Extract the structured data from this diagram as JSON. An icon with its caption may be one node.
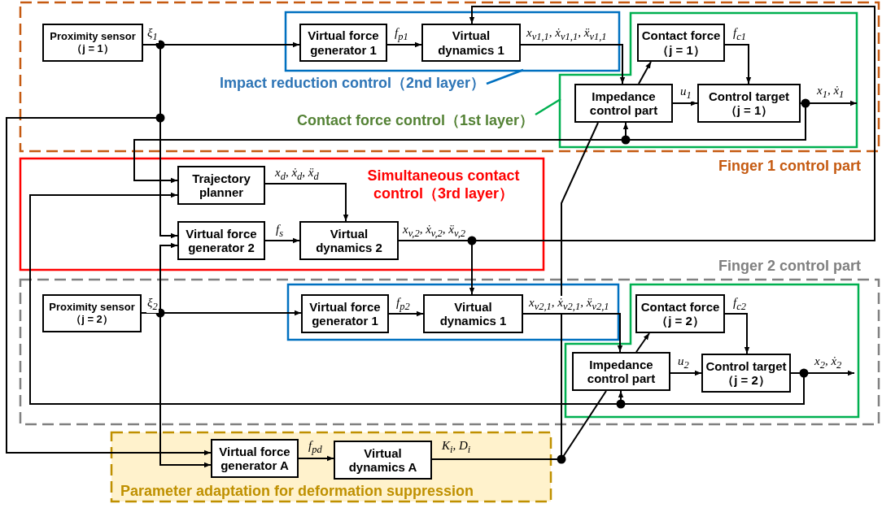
{
  "diagram": {
    "nodes": [
      {
        "text": [
          "Finger 1 control part"
        ]
      },
      {
        "text": [
          "Proximity sensor （j = 1）"
        ],
        "in": 0
      },
      {
        "text": [
          "Impact reduction control（2nd layer）"
        ],
        "in": 0
      },
      {
        "text": [
          "Virtual force generator 1"
        ],
        "in": 2
      },
      {
        "text": [
          "Virtual dynamics 1"
        ],
        "in": 2
      },
      {
        "text": [
          "Contact force control（1st layer）"
        ],
        "in": 0
      },
      {
        "text": [
          "Contact force （j = 1）"
        ],
        "in": 5
      },
      {
        "text": [
          "Impedance control part"
        ],
        "in": 5
      },
      {
        "text": [
          "Control target （j = 1）"
        ],
        "in": 5
      },
      {
        "text": [
          "Simultaneous contact control（3rd layer）"
        ]
      },
      {
        "text": [
          "Trajectory planner"
        ],
        "in": 9
      },
      {
        "text": [
          "Virtual force generator 2"
        ],
        "in": 9
      },
      {
        "text": [
          "Virtual dynamics 2"
        ],
        "in": 9
      },
      {
        "text": [
          "Finger 2 control part"
        ]
      },
      {
        "text": [
          "Proximity sensor （j = 2）"
        ],
        "in": 13
      },
      {
        "text": [],
        "shape": "box",
        "in": 13
      },
      {
        "text": [
          "Virtual force generator 1"
        ],
        "in": 15
      },
      {
        "text": [
          "Virtual dynamics 1"
        ],
        "in": 15
      },
      {
        "text": [],
        "shape": "box",
        "in": 13
      },
      {
        "text": [
          "Contact force （j = 2）"
        ],
        "in": 18
      },
      {
        "text": [
          "Impedance control part"
        ],
        "in": 18
      },
      {
        "text": [
          "Control target （j = 2）"
        ],
        "in": 18
      },
      {
        "text": [
          "Parameter adaptation for deformation suppression"
        ]
      },
      {
        "text": [
          "Virtual force generator A"
        ],
        "in": 22
      },
      {
        "text": [
          "Virtual dynamics A"
        ],
        "in": 22
      }
    ],
    "edges": [
      {
        "from": 1,
        "to": 3,
        "arrow": "to",
        "label": "ξ$_{1}$"
      },
      {
        "from": 1,
        "to": 11,
        "arrow": "to"
      },
      {
        "from": 1,
        "to": 23,
        "arrow": "to"
      },
      {
        "from": 3,
        "to": 4,
        "arrow": "to",
        "label": "f$_{p1}$"
      },
      {
        "from": 4,
        "to": 7,
        "arrow": "to",
        "label": "x$_{v1,1}$, ẋ$_{v1,1}$, ẍ$_{v1,1}$"
      },
      {
        "from": 7,
        "to": 6,
        "arrow": "to"
      },
      {
        "from": 6,
        "to": 8,
        "arrow": "to",
        "label": "f$_{c1}$"
      },
      {
        "from": 7,
        "to": 8,
        "arrow": "to",
        "label": "u$_{1}$"
      },
      {
        "from": 8,
        "to": null,
        "arrow": "to",
        "label": "x$_{1}$, ẋ$_{1}$"
      },
      {
        "from": 8,
        "to": 7,
        "arrow": "to"
      },
      {
        "from": 8,
        "to": 10,
        "arrow": "to"
      },
      {
        "from": 10,
        "to": 12,
        "arrow": "to",
        "label": "x$_{d}$, ẋ$_{d}$, ẍ$_{d}$"
      },
      {
        "from": 11,
        "to": 12,
        "arrow": "to",
        "label": "f$_{s}$"
      },
      {
        "from": 12,
        "to": 4,
        "arrow": "to",
        "label": "x$_{v,2}$, ẋ$_{v,2}$, ẍ$_{v,2}$"
      },
      {
        "from": 12,
        "to": 17,
        "arrow": "to"
      },
      {
        "from": 14,
        "to": 16,
        "arrow": "to",
        "label": "ξ$_{2}$"
      },
      {
        "from": 14,
        "to": 11,
        "arrow": "to"
      },
      {
        "from": 14,
        "to": 23,
        "arrow": "to"
      },
      {
        "from": 16,
        "to": 17,
        "arrow": "to",
        "label": "f$_{p2}$"
      },
      {
        "from": 17,
        "to": 20,
        "arrow": "to",
        "label": "x$_{v2,1}$, ẋ$_{v2,1}$, ẍ$_{v2,1}$"
      },
      {
        "from": 20,
        "to": 19,
        "arrow": "to"
      },
      {
        "from": 19,
        "to": 21,
        "arrow": "to",
        "label": "f$_{c2}$"
      },
      {
        "from": 20,
        "to": 21,
        "arrow": "to",
        "label": "u$_{2}$"
      },
      {
        "from": 21,
        "to": null,
        "arrow": "to",
        "label": "x$_{2}$, ẋ$_{2}$"
      },
      {
        "from": 21,
        "to": 20,
        "arrow": "to"
      },
      {
        "from": 21,
        "to": 10,
        "arrow": "to"
      },
      {
        "from": 23,
        "to": 24,
        "arrow": "to",
        "label": "f$_{pd}$"
      },
      {
        "from": 24,
        "to": 7,
        "arrow": "none",
        "label": "K$_{i}$, D$_{i}$"
      },
      {
        "from": 24,
        "to": 20,
        "arrow": "none"
      }
    ]
  }
}
